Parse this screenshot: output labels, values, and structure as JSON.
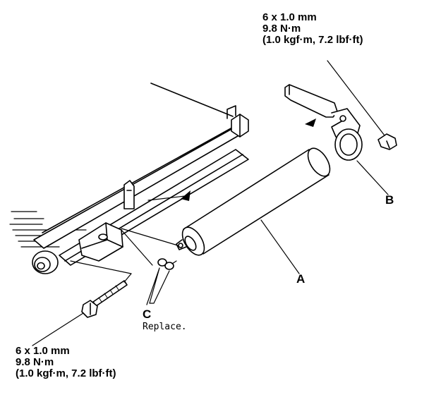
{
  "torque_top": {
    "size": "6 x 1.0 mm",
    "nm": "9.8 N·m",
    "kgf": "(1.0 kgf·m, 7.2 lbf·ft)"
  },
  "torque_bottom": {
    "size": "6 x 1.0 mm",
    "nm": "9.8 N·m",
    "kgf": "(1.0 kgf·m, 7.2 lbf·ft)"
  },
  "callouts": {
    "a": "A",
    "b": "B",
    "c": "C",
    "c_note": "Replace."
  }
}
